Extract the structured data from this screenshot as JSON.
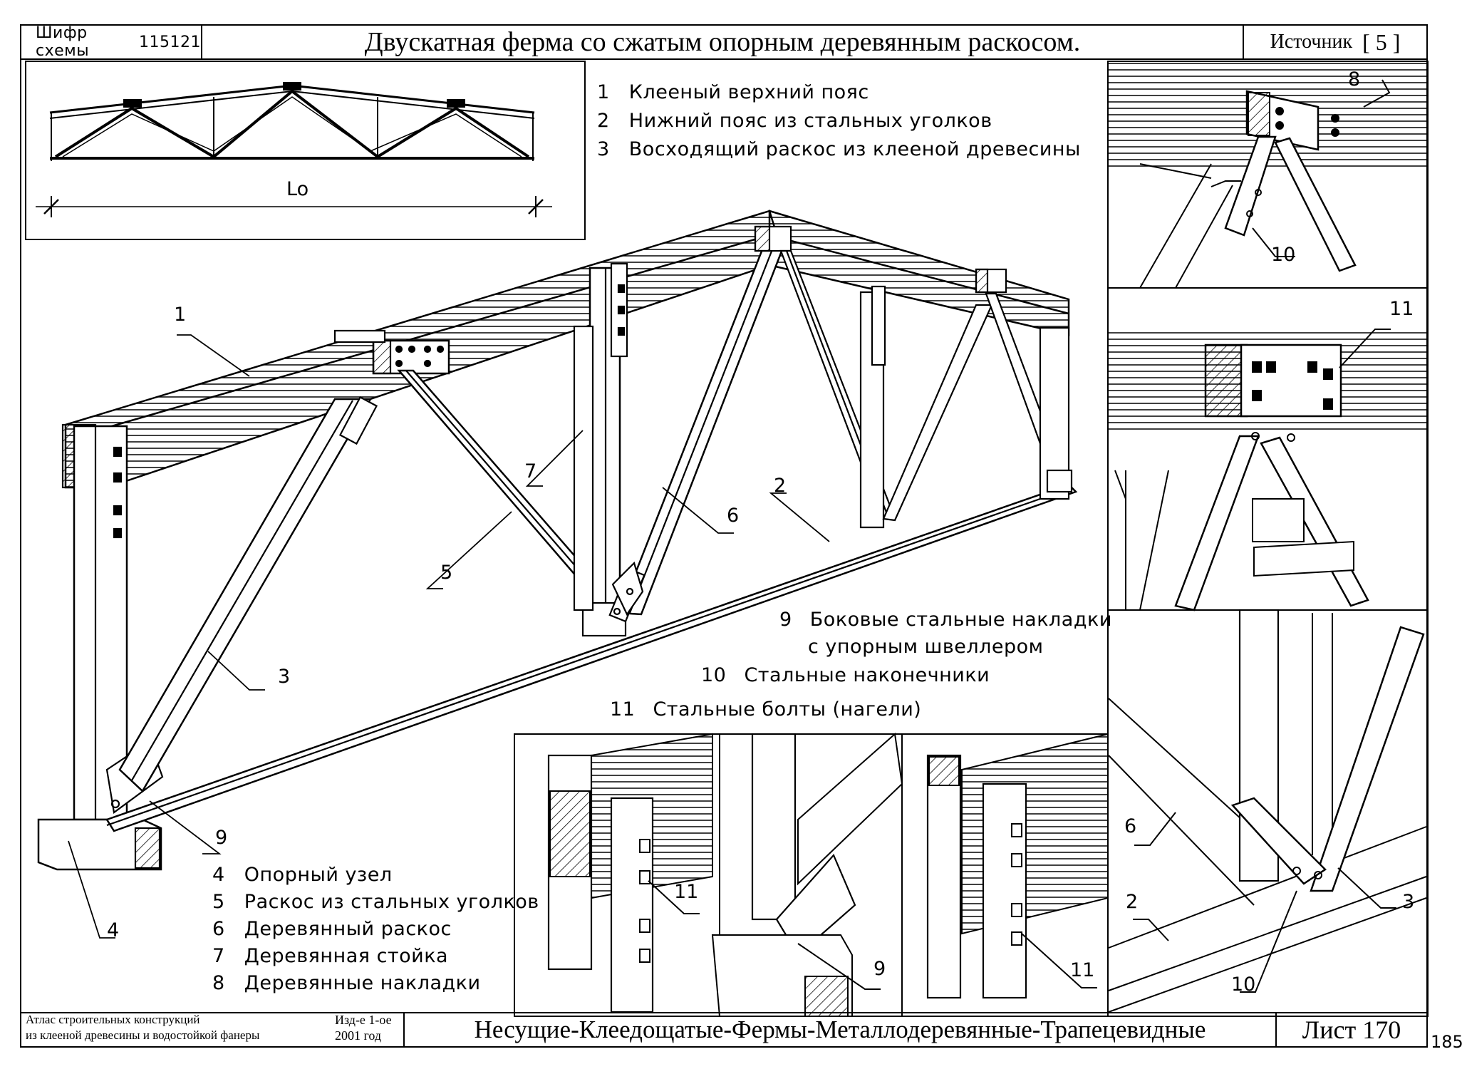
{
  "header": {
    "code_label": "Шифр схемы",
    "code_value": "115121",
    "title": "Двускатная ферма со сжатым опорным деревянным раскосом.",
    "source_label": "Источник",
    "source_value": "[ 5 ]"
  },
  "inset": {
    "span_label": "Lo"
  },
  "legend_top": [
    {
      "num": "1",
      "text": "Клееный верхний пояс"
    },
    {
      "num": "2",
      "text": "Нижний пояс из стальных уголков"
    },
    {
      "num": "3",
      "text": "Восходящий раскос из клееной древесины"
    }
  ],
  "legend_mid": [
    {
      "num": "9",
      "text": "Боковые стальные накладки"
    },
    {
      "num": "",
      "text": "с упорным швеллером"
    },
    {
      "num": "10",
      "text": "Стальные наконечники"
    },
    {
      "num": "11",
      "text": "Стальные болты (нагели)"
    }
  ],
  "legend_bottom": [
    {
      "num": "4",
      "text": "Опорный узел"
    },
    {
      "num": "5",
      "text": "Раскос из стальных уголков"
    },
    {
      "num": "6",
      "text": "Деревянный раскос"
    },
    {
      "num": "7",
      "text": "Деревянная стойка"
    },
    {
      "num": "8",
      "text": "Деревянные накладки"
    }
  ],
  "callouts": {
    "c1": "1",
    "c2": "2",
    "c3": "3",
    "c4": "4",
    "c5": "5",
    "c6": "6",
    "c7": "7",
    "c9": "9",
    "d8": "8",
    "d10a": "10",
    "d11a": "11",
    "d6": "6",
    "d2": "2",
    "d3": "3",
    "d10b": "10",
    "b11a": "11",
    "b9": "9",
    "b11b": "11"
  },
  "footer": {
    "atlas_line1": "Атлас строительных конструкций",
    "atlas_line2": "из клееной древесины и водостойкой фанеры",
    "edition_line1": "Изд-е 1-ое",
    "edition_line2": "2001 год",
    "category": "Несущие-Клеедощатые-Фермы-Металлодеревянные-Трапецевидные",
    "sheet": "Лист 170",
    "page_number": "185"
  }
}
